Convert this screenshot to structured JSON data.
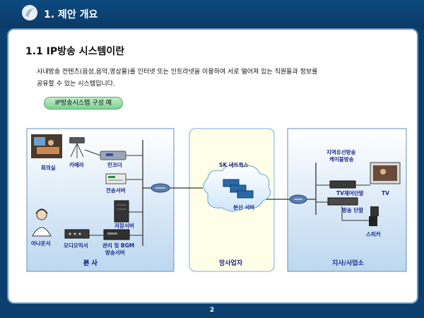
{
  "header": {
    "section_title": "1. 제안 개요"
  },
  "page": {
    "title": "1.1 IP방송 시스템이란",
    "number": "2"
  },
  "description": {
    "line1": "사내방송 컨텐츠(음성,음악,영상물)를 인터넷 또는 인트라넷을 이용하여 서로 떨어져 있는 직원들과 정보를",
    "line2": "공유할 수 있는 시스템입니다."
  },
  "pill_label": "IP방송시스템 구성 예",
  "zones": {
    "hq": "본 사",
    "carrier": "망사업자",
    "branch": "지사/사업소"
  },
  "devices": {
    "meeting_room": "회의실",
    "camera": "카메라",
    "encoder": "인코더",
    "transmit_server": "전송서버",
    "storage_server": "저장서버",
    "announcer": "아나운서",
    "audio_mixer": "오디오믹서",
    "mgmt_bgm_1": "관리 및 BGM",
    "mgmt_bgm_2": "방송서버",
    "sk_network": "SK 네트웍스",
    "distributed_server": "분산 서버",
    "regional_cable_1": "지역유선방송",
    "regional_cable_2": "케이블방송",
    "tv_terminal": "TV제어단말",
    "tv": "TV",
    "broadcast_terminal": "방송 단말",
    "speaker": "스피커"
  },
  "colors": {
    "background": "#0b3f6e",
    "zone_fill": "#cfe3f5",
    "carrier_fill": "#ffffe6",
    "label": "#1a2a8c"
  }
}
